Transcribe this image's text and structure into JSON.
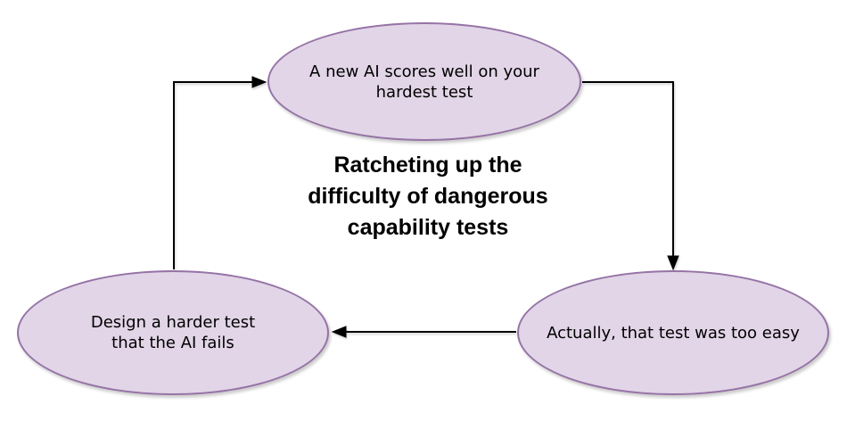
{
  "diagram": {
    "title": "Ratcheting up the\ndifficulty of dangerous\ncapability tests",
    "nodes": [
      {
        "id": "new-ai-scores-well",
        "label": "A new AI scores well on your\nhardest test"
      },
      {
        "id": "test-was-too-easy",
        "label": "Actually, that test was too easy"
      },
      {
        "id": "design-harder-test",
        "label": "Design a harder test\nthat the AI fails"
      }
    ],
    "edges": [
      {
        "from": "new-ai-scores-well",
        "to": "test-was-too-easy"
      },
      {
        "from": "test-was-too-easy",
        "to": "design-harder-test"
      },
      {
        "from": "design-harder-test",
        "to": "new-ai-scores-well"
      }
    ],
    "colors": {
      "node_fill": "#e1d5e7",
      "node_stroke": "#9673a6",
      "arrow": "#000000",
      "text": "#000000",
      "background": "#ffffff"
    }
  }
}
